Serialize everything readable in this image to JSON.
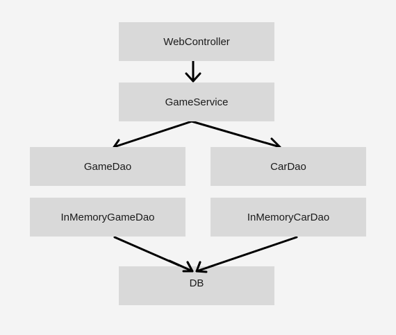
{
  "nodes": {
    "web_controller": "WebController",
    "game_service": "GameService",
    "game_dao": "GameDao",
    "car_dao": "CarDao",
    "in_memory_game_dao": "InMemoryGameDao",
    "in_memory_car_dao": "InMemoryCarDao",
    "db": "DB"
  },
  "colors": {
    "background": "#f4f4f4",
    "node_fill": "#d9d9d9",
    "edge": "#000000"
  }
}
